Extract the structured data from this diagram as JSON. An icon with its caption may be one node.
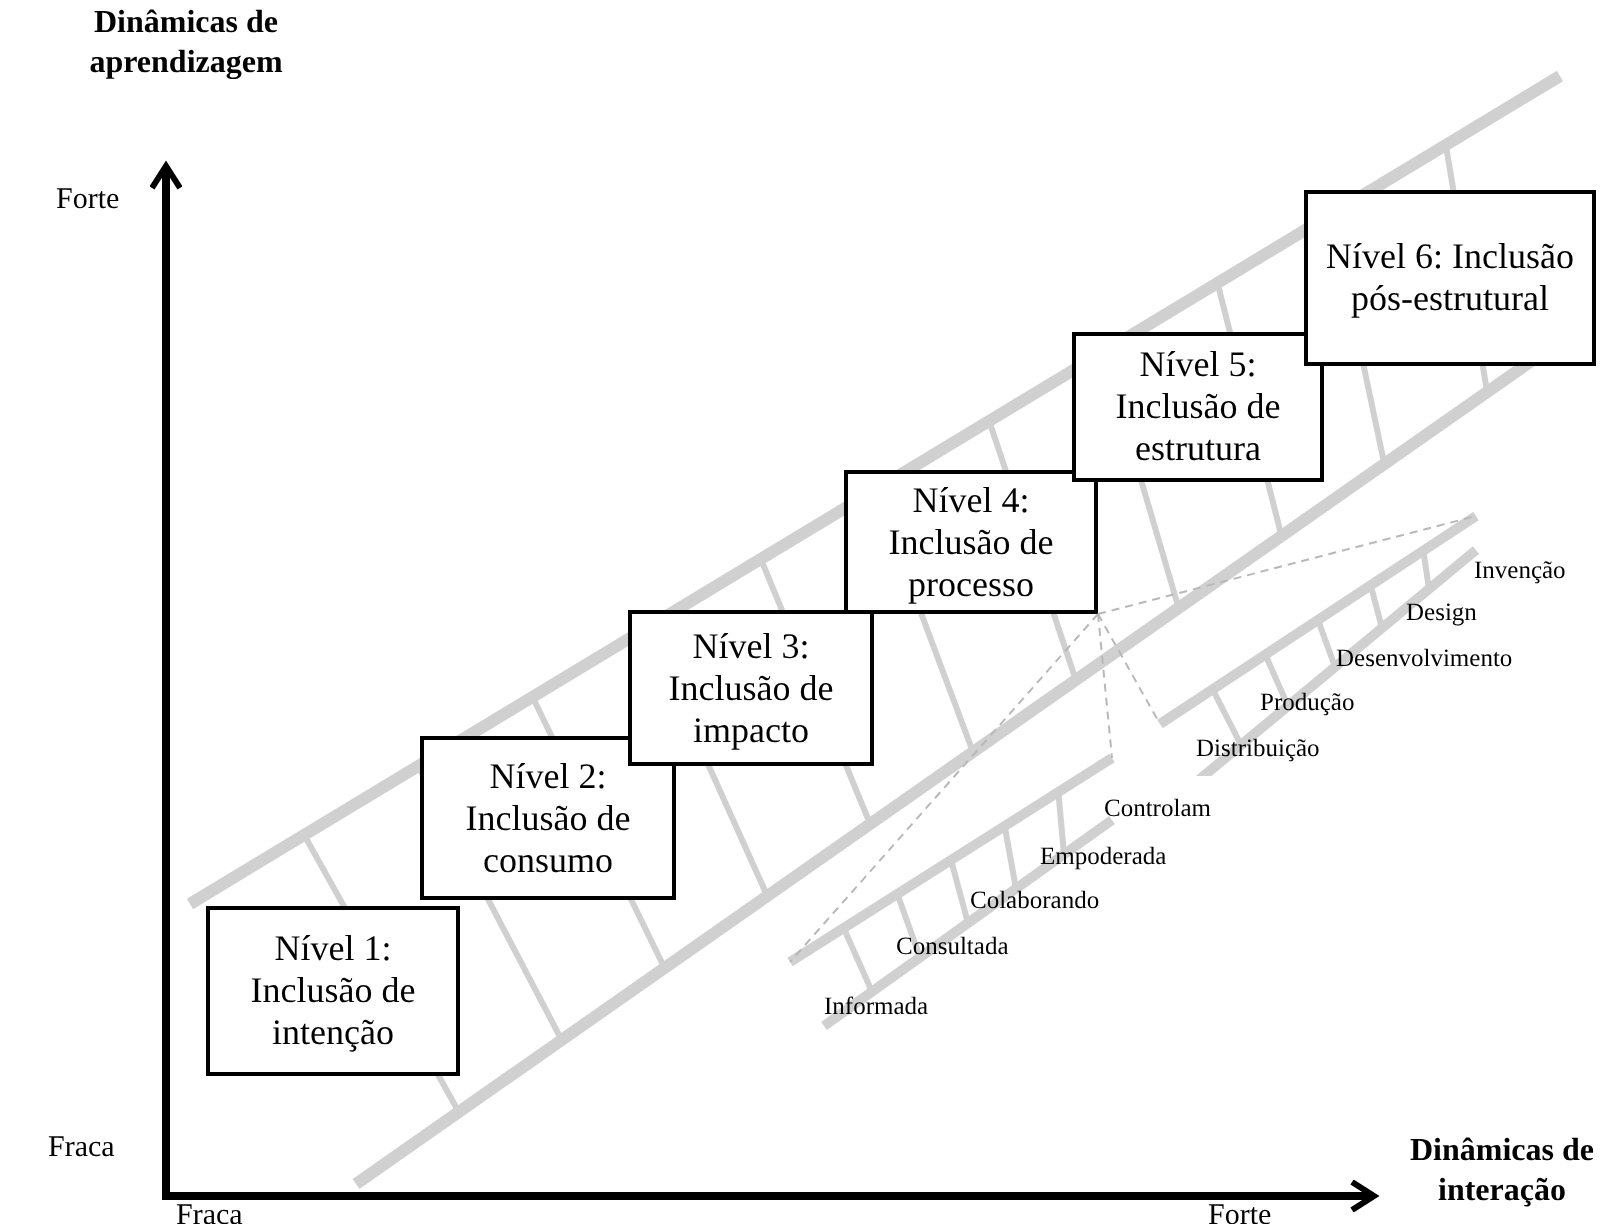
{
  "diagram": {
    "nodes": [
      {
        "text": [
          "Nível 1: Inclusão de intenção"
        ]
      },
      {
        "text": [
          "Nível 2: Inclusão de consumo"
        ]
      },
      {
        "text": [
          "Nível 3: Inclusão de impacto"
        ]
      },
      {
        "text": [
          "Nível 4: Inclusão de processo"
        ]
      },
      {
        "text": [
          "Nível 5: Inclusão de estrutura"
        ]
      },
      {
        "text": [
          "Nível 6: Inclusão pós-estrutural"
        ]
      },
      {
        "text": [
          "Informada",
          "Consultada",
          "Colaborando",
          "Empoderada",
          "Controlam"
        ]
      },
      {
        "text": [
          "Distribuição",
          "Produção",
          "Desenvolvimento",
          "Design",
          "Invenção"
        ]
      }
    ],
    "edges": [
      {
        "from": 3,
        "to": 6,
        "arrow": "none",
        "style": "dashed"
      },
      {
        "from": 3,
        "to": 6,
        "arrow": "none",
        "style": "dashed"
      },
      {
        "from": 3,
        "to": 7,
        "arrow": "none",
        "style": "dashed"
      },
      {
        "from": 3,
        "to": 7,
        "arrow": "none",
        "style": "dashed"
      }
    ],
    "labels": [
      "Dinâmicas de aprendizagem",
      "Forte",
      "Fraca",
      "Dinâmicas de interação",
      "Fraca",
      "Forte"
    ]
  }
}
